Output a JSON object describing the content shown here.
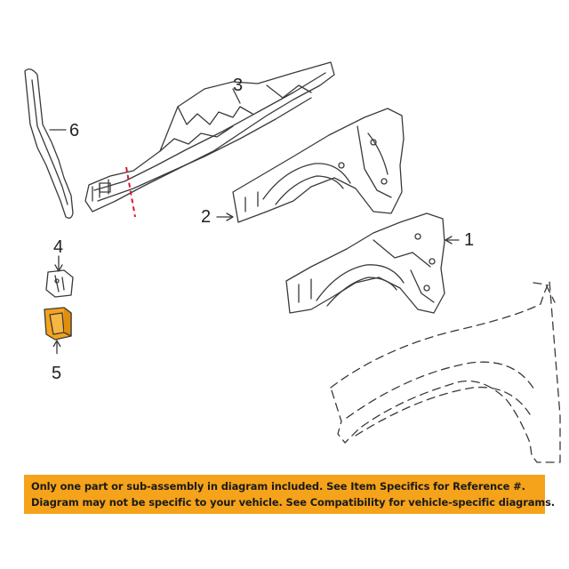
{
  "callouts": {
    "part_1": "1",
    "part_2": "2",
    "part_3": "3",
    "part_4": "4",
    "part_5": "5",
    "part_6": "6"
  },
  "disclaimer": {
    "line_1": "Only one part or sub-assembly in diagram included. See Item Specifics for Reference #.",
    "line_2": "Diagram may not be specific to your vehicle. See Compatibility for vehicle-specific diagrams."
  },
  "colors": {
    "banner": "#f5a31a",
    "highlighted_part": "#f5a31a",
    "cut_line": "#e0162b",
    "line_art": "#3a3a3a"
  }
}
